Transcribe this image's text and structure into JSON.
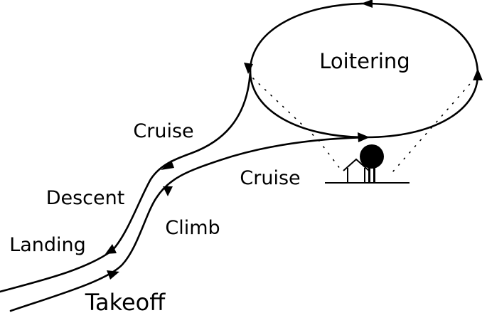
{
  "labels": {
    "loitering": "Loitering",
    "cruise_upper": "Cruise",
    "cruise_lower": "Cruise",
    "descent": "Descent",
    "climb": "Climb",
    "landing": "Landing",
    "takeoff": "Takeoff"
  },
  "colors": {
    "stroke": "#000000",
    "background": "#ffffff"
  },
  "icons": {
    "target": "house-and-tree-icon"
  }
}
